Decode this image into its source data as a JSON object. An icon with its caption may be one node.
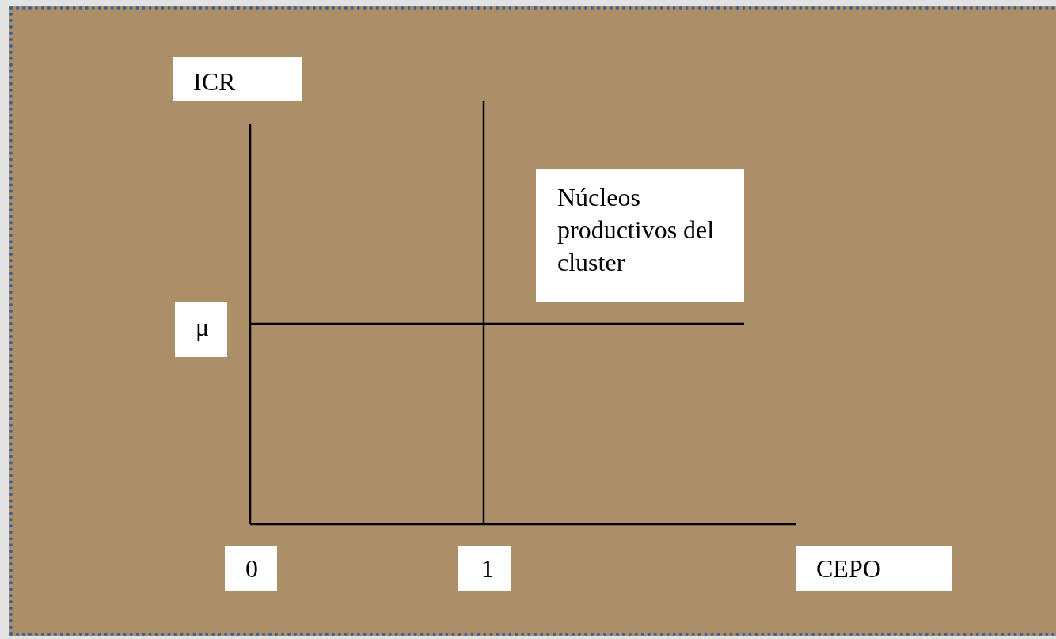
{
  "diagram": {
    "labels": [
      "ICR",
      "Núcleos productivos del cluster",
      "μ",
      "0",
      "1",
      "CEPO"
    ]
  }
}
